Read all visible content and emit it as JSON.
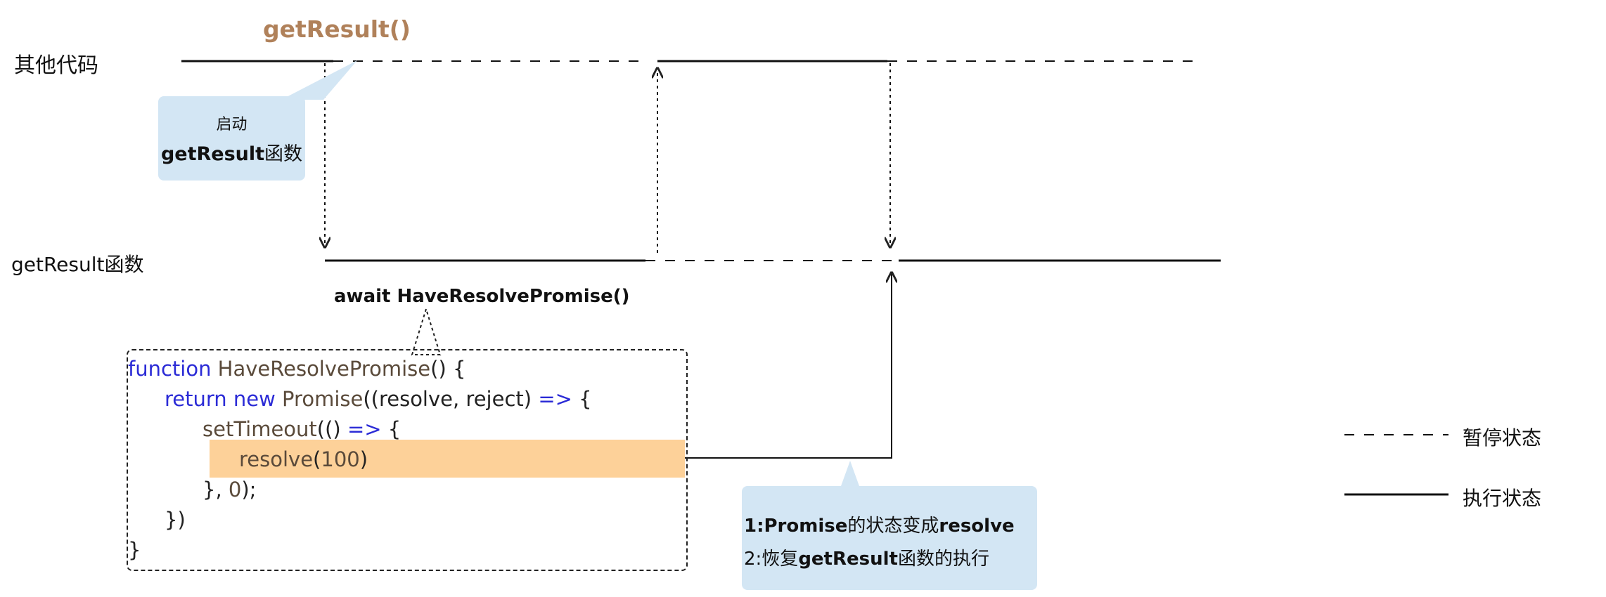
{
  "lanes": {
    "other_code": "其他代码",
    "get_result_fn": "getResult函数"
  },
  "call_label": "getResult()",
  "await_label": "await HaveResolvePromise()",
  "callout_start": {
    "line1": "启动",
    "line2_bold": "getResult",
    "line2_rest": "函数"
  },
  "callout_resolve": {
    "item1_prefix": "1:",
    "item1_bold": "Promise",
    "item1_mid": "的状态变成",
    "item1_bold2": "resolve",
    "item2_prefix": "2:恢复",
    "item2_bold": "getResult",
    "item2_rest": "函数的执行"
  },
  "code": {
    "l1_kw": "function",
    "l1_name": " HaveResolvePromise",
    "l1_rest": "() {",
    "l2_kw1": "return",
    "l2_kw2": " new",
    "l2_cls": " Promise",
    "l2_rest1": "((resolve, reject) ",
    "l2_arrow": "=>",
    "l2_rest2": " {",
    "l3_fn": "setTimeout",
    "l3_rest1": "(() ",
    "l3_arrow": "=>",
    "l3_rest2": " {",
    "l4_fn": "resolve",
    "l4_open": "(",
    "l4_num": "100",
    "l4_close": ")",
    "l5_a": "}, ",
    "l5_num": "0",
    "l5_b": ");",
    "l6": "})",
    "l7": "}"
  },
  "legend": {
    "paused": "暂停状态",
    "running": "执行状态"
  },
  "colors": {
    "callout_bg": "#d3e6f4",
    "highlight_bg": "#fdd199",
    "title_color": "#b0815a",
    "keyword_color": "#2b2bd6"
  }
}
